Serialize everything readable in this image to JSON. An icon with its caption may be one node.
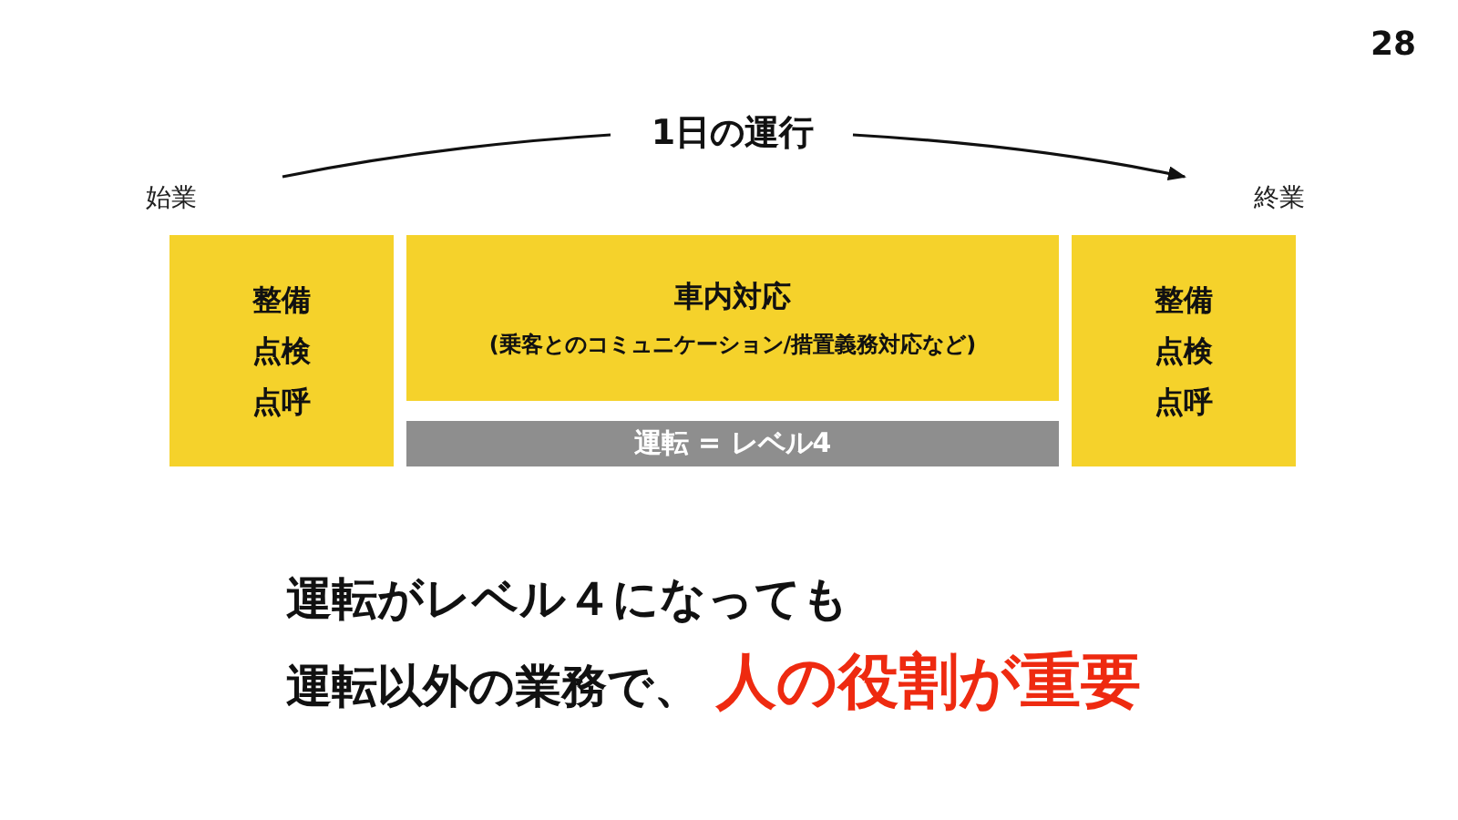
{
  "diagram": {
    "nodes": [
      {
        "text": [
          "整備",
          "点検",
          "点呼"
        ]
      },
      {
        "text": [
          "車内対応",
          "(乗客とのコミュニケーション/措置義務対応など)"
        ]
      },
      {
        "text": [
          "運転 = レベル4"
        ]
      },
      {
        "text": [
          "整備",
          "点検",
          "点呼"
        ]
      }
    ],
    "labels": [
      "28",
      "1日の運行",
      "始業",
      "終業",
      "運転がレベル４になっても",
      "運転以外の業務で、",
      "人の役割が重要"
    ]
  }
}
